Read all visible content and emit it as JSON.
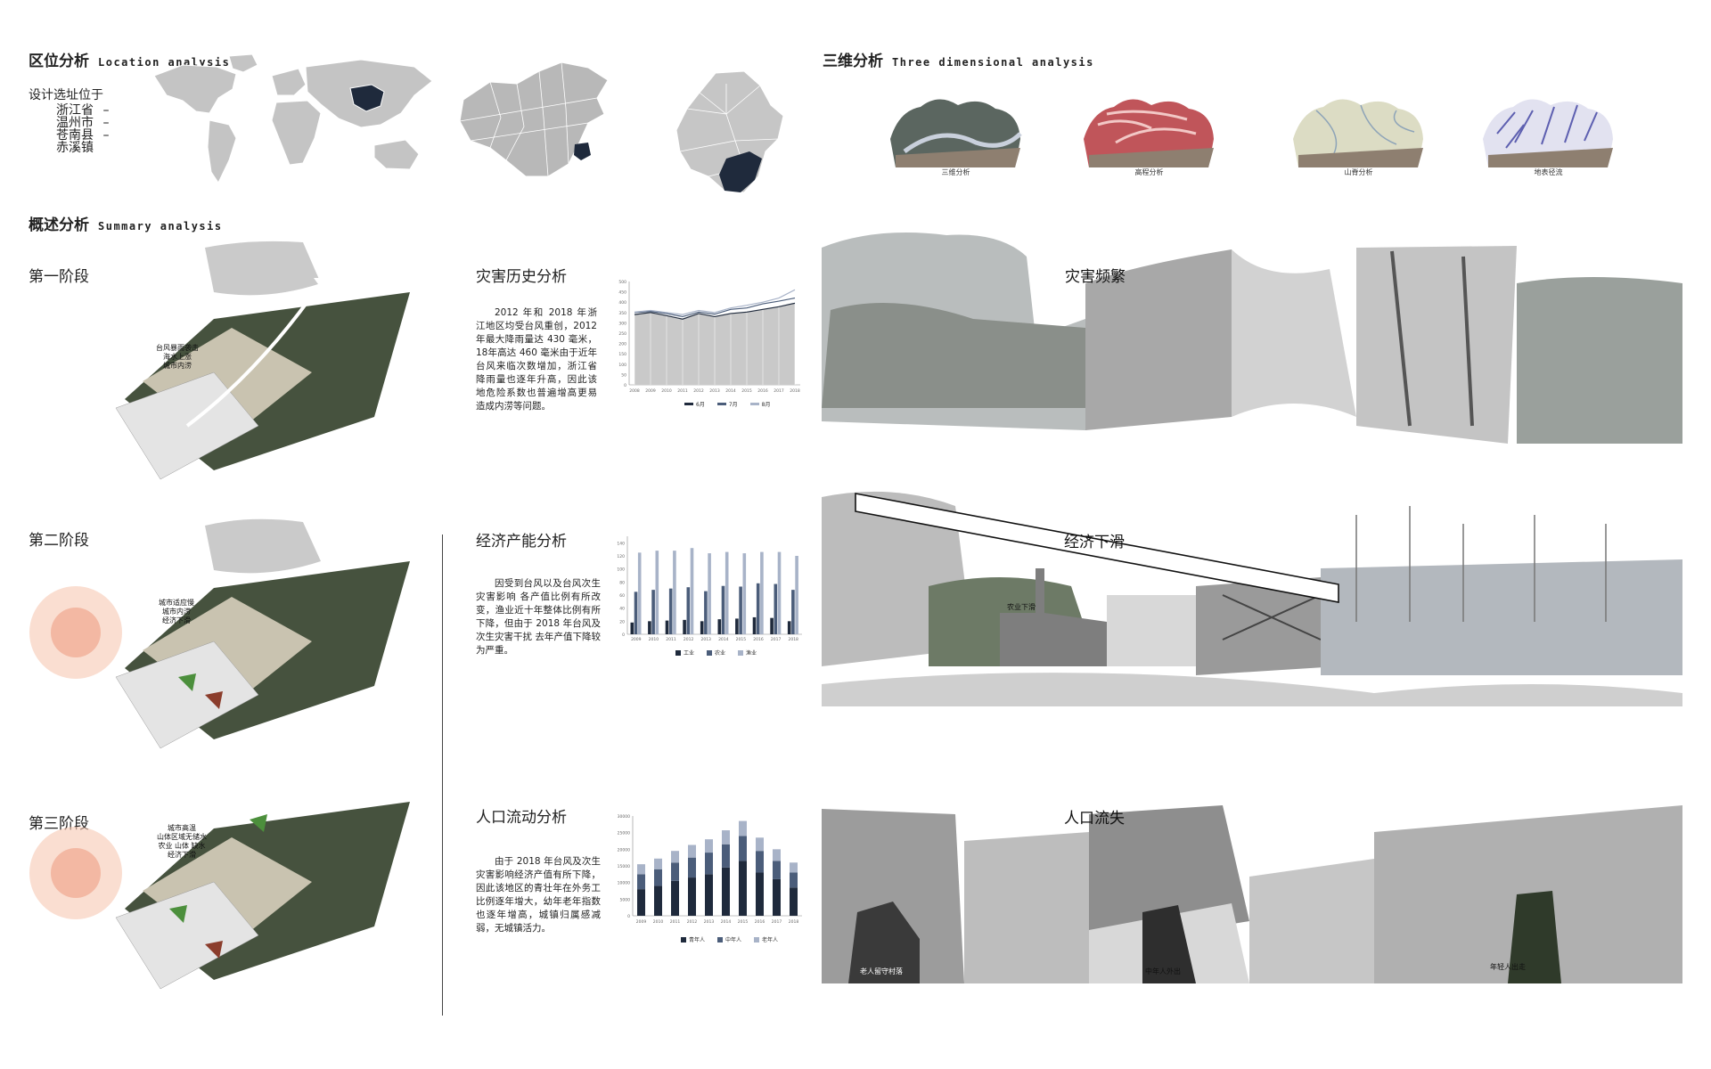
{
  "location": {
    "title": "区位分析",
    "title_en": "Location analysis",
    "intro": "设计选址位于",
    "places": [
      "浙江省",
      "温州市",
      "苍南县",
      "赤溪镇"
    ],
    "dash": "–"
  },
  "three_d": {
    "title": "三维分析",
    "title_en": "Three dimensional analysis",
    "models": [
      {
        "caption": "三维分析",
        "color": "#5b6660"
      },
      {
        "caption": "高程分析",
        "color": "#c0555a"
      },
      {
        "caption": "山脊分析",
        "color": "#dcdcc4"
      },
      {
        "caption": "地表径流",
        "color": "#7f80c4"
      }
    ]
  },
  "summary": {
    "title": "概述分析",
    "title_en": "Summary analysis"
  },
  "stages": [
    {
      "label": "第一阶段",
      "note": [
        "台风暴雨袭击",
        "海水上涨",
        "城市内涝"
      ]
    },
    {
      "label": "第二阶段",
      "note": [
        "城市适应慢",
        "城市内涝",
        "经济下滑"
      ]
    },
    {
      "label": "第三阶段",
      "note": [
        "城市高温",
        "山体区域无储水",
        "农业  山体  缺水",
        "经济下滑"
      ]
    }
  ],
  "analyses": [
    {
      "title": "灾害历史分析",
      "text": "2012 年和 2018 年浙江地区均受台风重创，2012 年最大降雨量达 430 毫米，18年高达 460 毫米由于近年台风来临次数增加，浙江省降雨量也逐年升高，因此该地危险系数也普遍增高更易造成内涝等问题。"
    },
    {
      "title": "经济产能分析",
      "text": "因受到台风以及台风次生灾害影响  各产值比例有所改变，渔业近十年整体比例有所下降，但由于 2018 年台风及次生灾害干扰  去年产值下降较为严重。"
    },
    {
      "title": "人口流动分析",
      "text": "由于 2018 年台风及次生灾害影响经济产值有所下降，因此该地区的青壮年在外务工比例逐年增大，幼年老年指数也逐年增高，城镇归属感减弱，无城镇活力。"
    }
  ],
  "collages": [
    {
      "label": "灾害频繁",
      "photo_labels": []
    },
    {
      "label": "经济下滑",
      "photo_labels": [
        "农业下滑"
      ]
    },
    {
      "label": "人口流失",
      "photo_labels": [
        "老人留守村落",
        "中年人外出",
        "年轻人出走"
      ]
    }
  ],
  "colors": {
    "dark": "#1f2a3c",
    "mid": "#4b5d7a",
    "light": "#a8b3c8",
    "grey": "#c9c9c9",
    "china": "#b8b8b8",
    "zj": "#c6c6c6"
  },
  "chart_data": [
    {
      "type": "area",
      "title": "",
      "x": [
        "2008",
        "2009",
        "2010",
        "2011",
        "2012",
        "2013",
        "2014",
        "2015",
        "2016",
        "2017",
        "2018"
      ],
      "series": [
        {
          "name": "6月",
          "values": [
            340,
            350,
            335,
            318,
            345,
            330,
            345,
            352,
            365,
            378,
            395
          ]
        },
        {
          "name": "7月",
          "values": [
            350,
            355,
            345,
            330,
            352,
            342,
            365,
            372,
            392,
            405,
            420
          ]
        },
        {
          "name": "8月",
          "values": [
            352,
            360,
            350,
            340,
            360,
            350,
            372,
            385,
            400,
            420,
            460
          ]
        }
      ],
      "ylim": [
        0,
        500
      ],
      "yticks": [
        0,
        50,
        100,
        150,
        200,
        250,
        300,
        350,
        400,
        450,
        500
      ],
      "grid": false,
      "legend": "bottom"
    },
    {
      "type": "bar",
      "title": "",
      "categories": [
        "2009",
        "2010",
        "2011",
        "2012",
        "2013",
        "2014",
        "2015",
        "2016",
        "2017",
        "2018"
      ],
      "series": [
        {
          "name": "工业",
          "values": [
            18,
            20,
            21,
            22,
            20,
            23,
            24,
            26,
            25,
            20
          ]
        },
        {
          "name": "农业",
          "values": [
            65,
            68,
            70,
            72,
            66,
            74,
            73,
            78,
            77,
            68
          ]
        },
        {
          "name": "渔业",
          "values": [
            125,
            128,
            128,
            132,
            124,
            126,
            124,
            126,
            126,
            120
          ]
        }
      ],
      "ylim": [
        0,
        150
      ],
      "yticks": [
        0,
        20,
        40,
        60,
        80,
        100,
        120,
        140
      ],
      "grid": false,
      "legend": "bottom"
    },
    {
      "type": "bar",
      "stacked": true,
      "title": "",
      "categories": [
        "2009",
        "2010",
        "2011",
        "2012",
        "2013",
        "2014",
        "2015",
        "2016",
        "2017",
        "2018"
      ],
      "series": [
        {
          "name": "青年人",
          "values": [
            8000,
            9000,
            10500,
            11500,
            12500,
            14500,
            16500,
            13000,
            11000,
            8500
          ]
        },
        {
          "name": "中年人",
          "values": [
            4500,
            5000,
            5500,
            6000,
            6500,
            7000,
            7500,
            6500,
            5500,
            4500
          ]
        },
        {
          "name": "老年人",
          "values": [
            3000,
            3200,
            3500,
            3800,
            4000,
            4200,
            4500,
            4000,
            3500,
            3000
          ]
        }
      ],
      "ylim": [
        0,
        30000
      ],
      "yticks": [
        0,
        5000,
        10000,
        15000,
        20000,
        25000,
        30000
      ],
      "grid": false,
      "legend": "bottom"
    }
  ]
}
